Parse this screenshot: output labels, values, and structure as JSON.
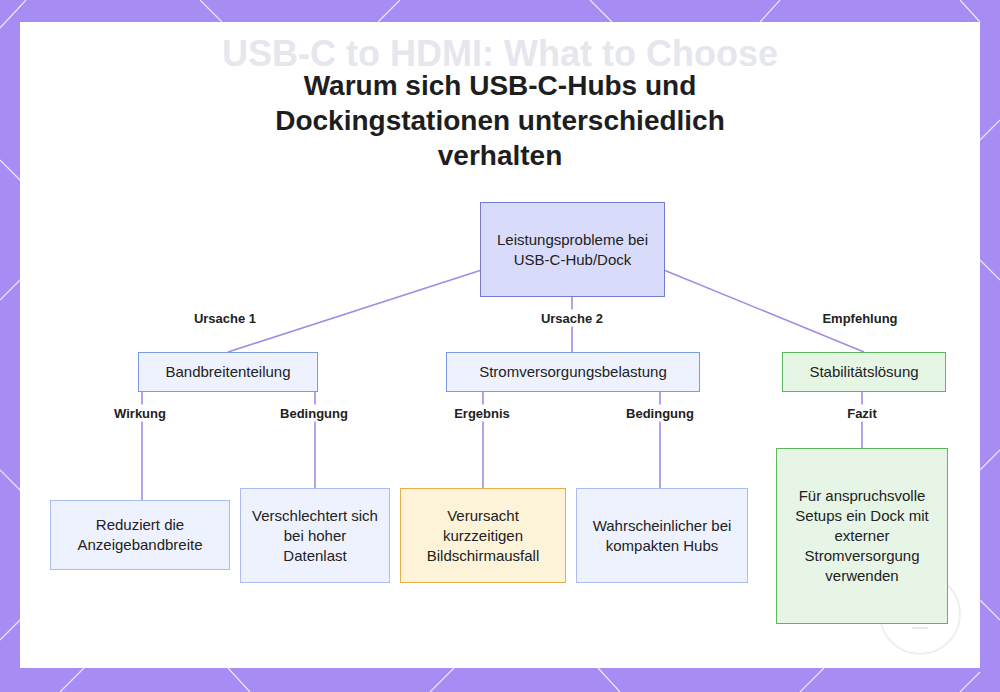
{
  "diagram": {
    "title": "Warum sich USB-C-Hubs und Dockingstationen unterschiedlich verhalten",
    "nodes": [
      {
        "text": [
          "Leistungsprobleme bei USB-C-Hub/Dock"
        ]
      },
      {
        "text": [
          "Bandbreitenteilung"
        ]
      },
      {
        "text": [
          "Stromversorgungsbelastung"
        ]
      },
      {
        "text": [
          "Stabilitätslösung"
        ]
      },
      {
        "text": [
          "Reduziert die Anzeigebandbreite"
        ]
      },
      {
        "text": [
          "Verschlechtert sich bei hoher Datenlast"
        ]
      },
      {
        "text": [
          "Verursacht kurzzeitigen Bildschirmausfall"
        ]
      },
      {
        "text": [
          "Wahrscheinlicher bei kompakten Hubs"
        ]
      },
      {
        "text": [
          "Für anspruchsvolle Setups ein Dock mit externer Stromversorgung verwenden"
        ]
      }
    ],
    "edges": [
      {
        "from": 0,
        "to": 1,
        "arrow": "none",
        "label": "Ursache 1"
      },
      {
        "from": 0,
        "to": 2,
        "arrow": "none",
        "label": "Ursache 2"
      },
      {
        "from": 0,
        "to": 3,
        "arrow": "none",
        "label": "Empfehlung"
      },
      {
        "from": 1,
        "to": 4,
        "arrow": "none",
        "label": "Wirkung"
      },
      {
        "from": 1,
        "to": 5,
        "arrow": "none",
        "label": "Bedingung"
      },
      {
        "from": 2,
        "to": 6,
        "arrow": "none",
        "label": "Ergebnis"
      },
      {
        "from": 2,
        "to": 7,
        "arrow": "none",
        "label": "Bedingung"
      },
      {
        "from": 3,
        "to": 8,
        "arrow": "none",
        "label": "Fazit"
      }
    ],
    "labels": [
      "USB-C to HDMI: What to Choose"
    ]
  }
}
